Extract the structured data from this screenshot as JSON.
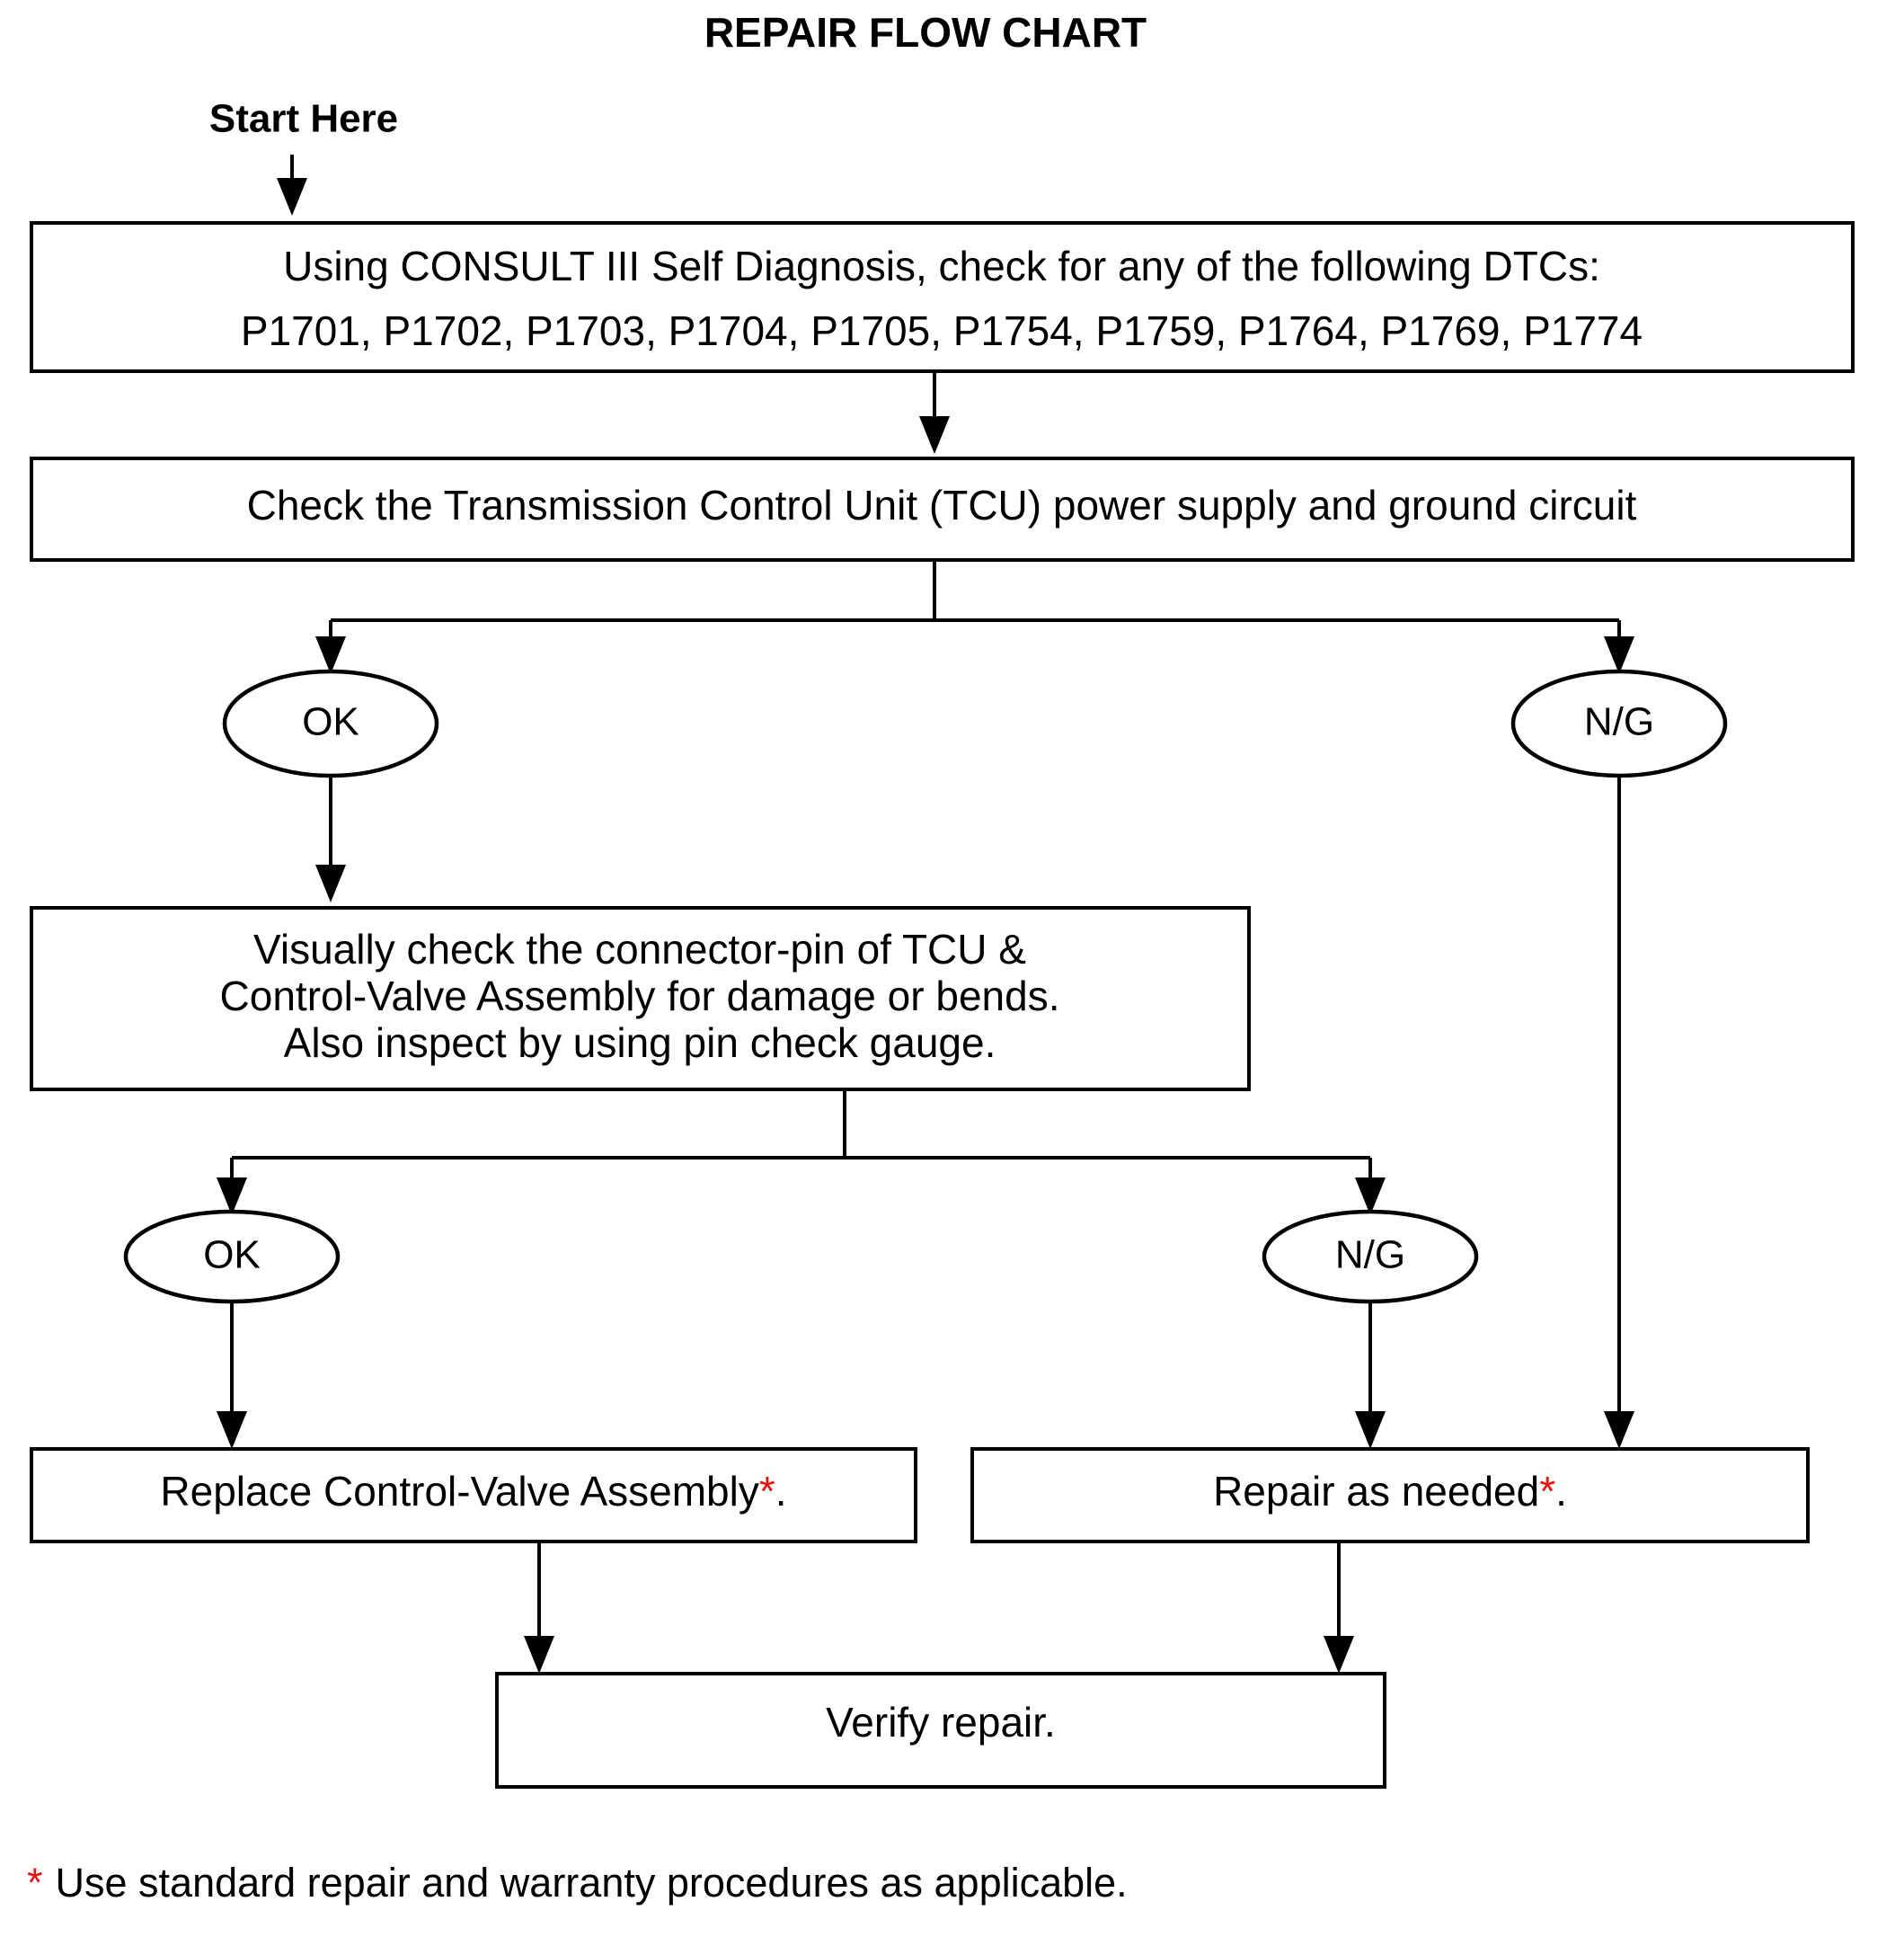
{
  "title": "REPAIR FLOW CHART",
  "start_label": "Start Here",
  "nodes": {
    "step1": {
      "line1": "Using CONSULT III Self Diagnosis, check for any of the following DTCs:",
      "line2": "P1701, P1702, P1703, P1704, P1705, P1754, P1759, P1764, P1769, P1774"
    },
    "step2": {
      "line1": "Check the Transmission Control Unit (TCU) power supply and ground circuit"
    },
    "decision1_ok": {
      "label": "OK"
    },
    "decision1_ng": {
      "label": "N/G"
    },
    "step3": {
      "line1": "Visually check the connector-pin of TCU &",
      "line2": "Control-Valve Assembly for damage or bends.",
      "line3": "Also inspect by using pin check gauge."
    },
    "decision2_ok": {
      "label": "OK"
    },
    "decision2_ng": {
      "label": "N/G"
    },
    "step4_replace": {
      "text": "Replace Control-Valve Assembly",
      "asterisk": "*",
      "suffix": "."
    },
    "step5_repair": {
      "text": "Repair as needed",
      "asterisk": "*",
      "suffix": "."
    },
    "step6_verify": {
      "text": "Verify repair."
    }
  },
  "footnote": {
    "asterisk": "*",
    "text": "Use standard repair and warranty procedures as applicable."
  },
  "colors": {
    "asterisk_red": "#ee1111",
    "line_black": "#000000",
    "background": "#ffffff"
  },
  "chart_data": {
    "type": "diagram",
    "diagram_kind": "flowchart",
    "title": "REPAIR FLOW CHART",
    "nodes": [
      {
        "id": "start",
        "shape": "label",
        "text": "Start Here"
      },
      {
        "id": "step1",
        "shape": "rect",
        "text": "Using CONSULT III Self Diagnosis, check for any of the following DTCs: P1701, P1702, P1703, P1704, P1705, P1754, P1759, P1764, P1769, P1774"
      },
      {
        "id": "step2",
        "shape": "rect",
        "text": "Check the Transmission Control Unit (TCU) power supply and ground circuit"
      },
      {
        "id": "d1ok",
        "shape": "ellipse",
        "text": "OK"
      },
      {
        "id": "d1ng",
        "shape": "ellipse",
        "text": "N/G"
      },
      {
        "id": "step3",
        "shape": "rect",
        "text": "Visually check the connector-pin of TCU & Control-Valve Assembly for damage or bends. Also inspect by using pin check gauge."
      },
      {
        "id": "d2ok",
        "shape": "ellipse",
        "text": "OK"
      },
      {
        "id": "d2ng",
        "shape": "ellipse",
        "text": "N/G"
      },
      {
        "id": "replace",
        "shape": "rect",
        "text": "Replace Control-Valve Assembly*."
      },
      {
        "id": "repair",
        "shape": "rect",
        "text": "Repair as needed*."
      },
      {
        "id": "verify",
        "shape": "rect",
        "text": "Verify repair."
      }
    ],
    "edges": [
      {
        "from": "start",
        "to": "step1"
      },
      {
        "from": "step1",
        "to": "step2"
      },
      {
        "from": "step2",
        "to": "d1ok"
      },
      {
        "from": "step2",
        "to": "d1ng"
      },
      {
        "from": "d1ok",
        "to": "step3"
      },
      {
        "from": "step3",
        "to": "d2ok"
      },
      {
        "from": "step3",
        "to": "d2ng"
      },
      {
        "from": "d2ok",
        "to": "replace"
      },
      {
        "from": "d2ng",
        "to": "repair"
      },
      {
        "from": "d1ng",
        "to": "repair"
      },
      {
        "from": "replace",
        "to": "verify"
      },
      {
        "from": "repair",
        "to": "verify"
      }
    ],
    "footnote": "* Use standard repair and warranty procedures as applicable."
  }
}
